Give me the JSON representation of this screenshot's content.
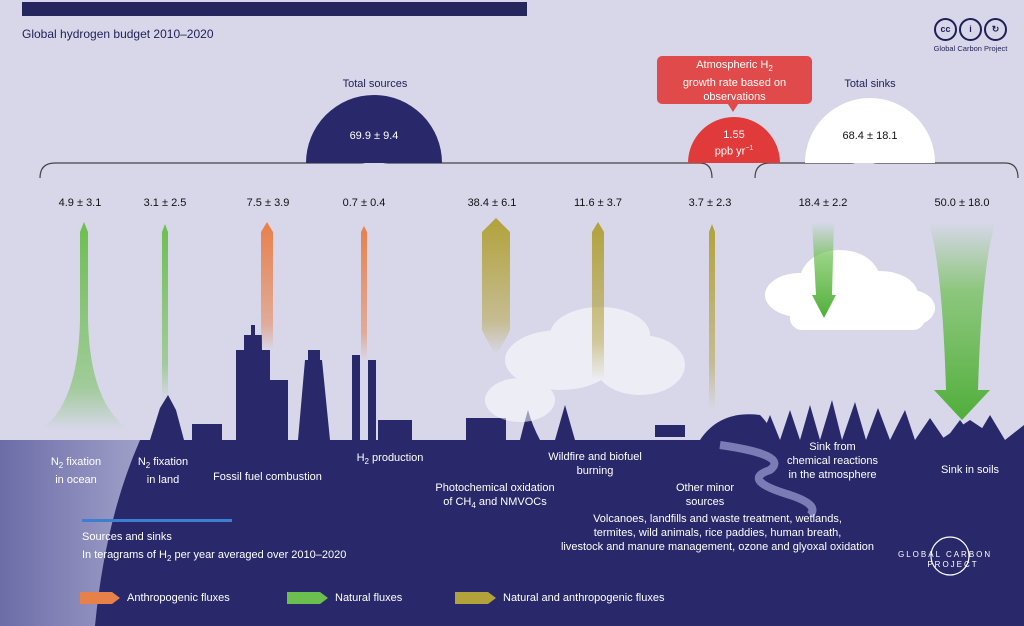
{
  "title": "Global hydrogen budget 2010–2020",
  "logo": {
    "org": "Global Carbon Project",
    "cc_icons": [
      "cc",
      "by",
      "sa"
    ]
  },
  "totals": {
    "sources": {
      "label": "Total sources",
      "value": "69.9 ± 9.4"
    },
    "sinks": {
      "label": "Total sinks",
      "value": "68.4 ± 18.1"
    }
  },
  "atmospheric": {
    "callout_line1": "Atmospheric H",
    "callout_sub": "2",
    "callout_line2": "growth rate based on",
    "callout_line3": "observations",
    "value": "1.55",
    "unit": "ppb yr",
    "unit_sup": "−1"
  },
  "fluxes": [
    {
      "id": "n2-ocean",
      "value": "4.9 ± 3.1",
      "category": "natural",
      "label1": "N",
      "sub": "2",
      "label1b": " fixation",
      "label2": "in ocean"
    },
    {
      "id": "n2-land",
      "value": "3.1 ± 2.5",
      "category": "natural",
      "label1": "N",
      "sub": "2",
      "label1b": " fixation",
      "label2": "in land"
    },
    {
      "id": "fossil",
      "value": "7.5 ± 3.9",
      "category": "anthropogenic",
      "label": "Fossil fuel combustion"
    },
    {
      "id": "h2-prod",
      "value": "0.7 ± 0.4",
      "category": "anthropogenic",
      "label1": "H",
      "sub": "2",
      "label1b": " production"
    },
    {
      "id": "photochem",
      "value": "38.4 ± 6.1",
      "category": "mixed",
      "label_line1": "Photochemical oxidation",
      "label_of": "of CH",
      "sub": "4",
      "label_rest": " and NMVOCs"
    },
    {
      "id": "wildfire",
      "value": "11.6 ± 3.7",
      "category": "mixed",
      "label_line1": "Wildfire and biofuel",
      "label_line2": "burning"
    },
    {
      "id": "other",
      "value": "3.7 ± 2.3",
      "category": "mixed",
      "label_line1": "Other minor",
      "label_line2": "sources"
    },
    {
      "id": "sink-atm",
      "value": "18.4 ± 2.2",
      "category": "natural",
      "label_line1": "Sink from",
      "label_line2": "chemical reactions",
      "label_line3": "in the atmosphere"
    },
    {
      "id": "sink-soil",
      "value": "50.0 ± 18.0",
      "category": "natural",
      "label": "Sink in soils"
    }
  ],
  "other_sources_detail": [
    "Volcanoes, landfills and waste treatment, wetlands,",
    "termites, wild animals, rice paddies, human breath,",
    "livestock and manure management,  ozone and glyoxal oxidation"
  ],
  "units_note": {
    "line1": "Sources and sinks",
    "line2_pre": "In teragrams of H",
    "line2_sub": "2",
    "line2_post": " per year averaged over 2010–2020"
  },
  "legend": [
    {
      "label": "Anthropogenic fluxes",
      "color": "#e8804a"
    },
    {
      "label": "Natural fluxes",
      "color": "#6cbf4e"
    },
    {
      "label": "Natural and anthropogenic fluxes",
      "color": "#b2a23a"
    }
  ],
  "gcp_mark": {
    "line1": "GLOBAL CARBON",
    "line2": "PROJECT"
  },
  "colors": {
    "background": "#d8d7ea",
    "ground": "#28286a",
    "natural": "#6cbf4e",
    "anthropogenic": "#e8804a",
    "mixed": "#b2a23a",
    "callout": "#e14a4a",
    "total_sources": "#28286a"
  }
}
